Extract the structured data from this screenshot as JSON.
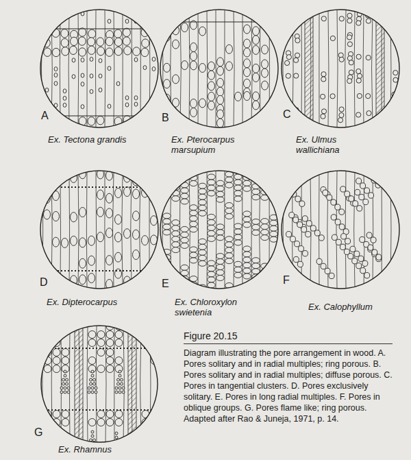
{
  "diagram": {
    "title": "Figure 20.15",
    "caption": "Diagram illustrating the pore arrangement in wood. A. Pores solitary and in radial multiples; ring porous. B. Pores solitary and in radial multiples; diffuse porous. C. Pores in tangential clusters. D. Pores exclusively solitary. E. Pores in long radial multiples. F. Pores in oblique groups. G. Pores flame like; ring porous. Adapted after Rao & Juneja, 1971, p. 14.",
    "labels": [
      "A",
      "Ex. Tectona grandis",
      "B",
      "Ex. Pterocarpus marsupium",
      "C",
      "Ex. Ulmus wallichiana",
      "D",
      "Ex. Dipterocarpus",
      "E",
      "Ex. Chloroxylon swietenia",
      "F",
      "Ex. Calophyllum",
      "G",
      "Ex. Rhamnus"
    ]
  }
}
